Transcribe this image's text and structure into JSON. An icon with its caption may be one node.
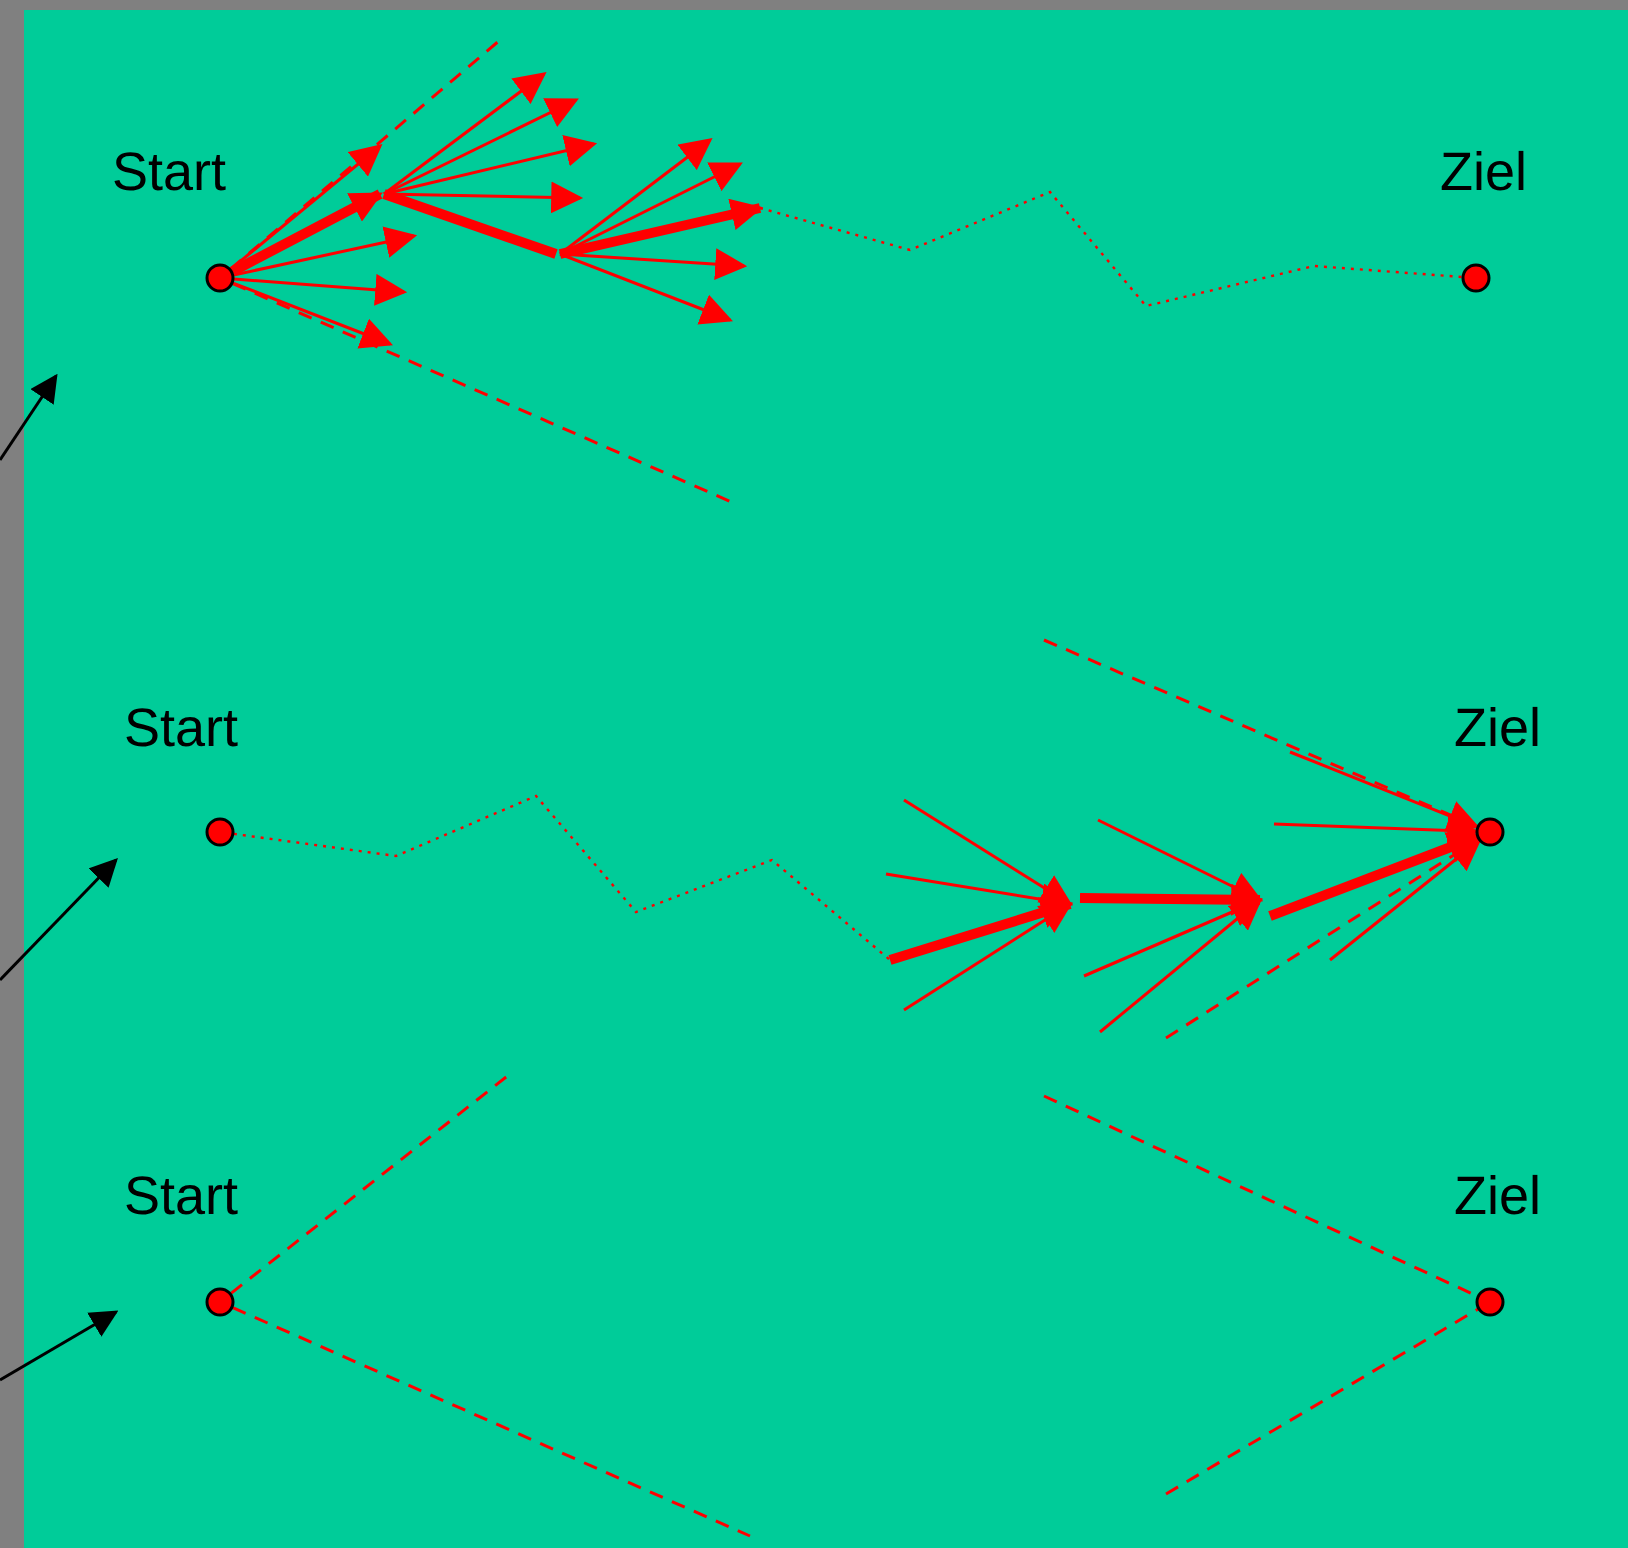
{
  "diagram": {
    "nodes": [
      {
        "text": [
          "Start"
        ]
      },
      {
        "text": [
          "Ziel"
        ]
      },
      {
        "text": [
          "Start"
        ]
      },
      {
        "text": [
          "Ziel"
        ]
      },
      {
        "text": [
          "Start"
        ]
      },
      {
        "text": [
          "Ziel"
        ]
      }
    ],
    "edges": [
      {
        "from": 0,
        "to": null,
        "arrow": "to",
        "style": "thick"
      },
      {
        "from": 0,
        "to": null,
        "arrow": "to"
      },
      {
        "from": 0,
        "to": null,
        "arrow": "to"
      },
      {
        "from": 0,
        "to": null,
        "arrow": "to"
      },
      {
        "from": 0,
        "to": null,
        "arrow": "to"
      },
      {
        "from": 0,
        "to": null,
        "arrow": "none",
        "style": "dashed"
      },
      {
        "from": 0,
        "to": null,
        "arrow": "none",
        "style": "dashed"
      },
      {
        "from": null,
        "to": 1,
        "arrow": "none",
        "style": "dashed"
      },
      {
        "from": 2,
        "to": null,
        "arrow": "none",
        "style": "dashed"
      },
      {
        "from": null,
        "to": 3,
        "arrow": "to",
        "style": "thick"
      },
      {
        "from": null,
        "to": 3,
        "arrow": "to"
      },
      {
        "from": null,
        "to": 3,
        "arrow": "to"
      },
      {
        "from": null,
        "to": 3,
        "arrow": "to"
      },
      {
        "from": null,
        "to": 3,
        "arrow": "none",
        "style": "dashed"
      },
      {
        "from": null,
        "to": 3,
        "arrow": "none",
        "style": "dashed"
      },
      {
        "from": 4,
        "to": null,
        "arrow": "none",
        "style": "dashed"
      },
      {
        "from": 4,
        "to": null,
        "arrow": "none",
        "style": "dashed"
      },
      {
        "from": null,
        "to": 5,
        "arrow": "none",
        "style": "dashed"
      },
      {
        "from": null,
        "to": 5,
        "arrow": "none",
        "style": "dashed"
      }
    ]
  }
}
